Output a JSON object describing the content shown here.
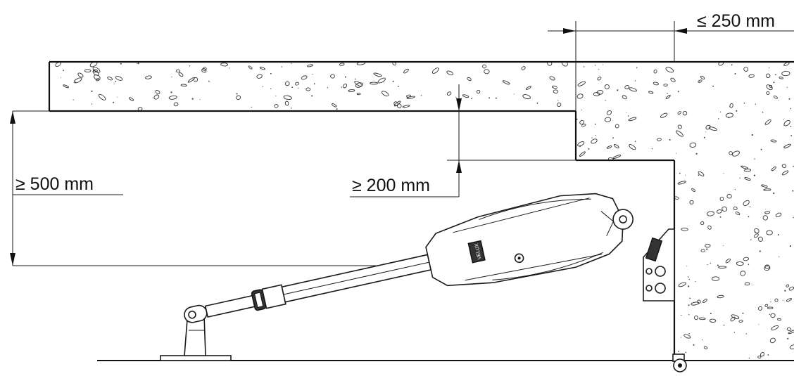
{
  "dimensions": {
    "max_gap_label": "≤ 250 mm",
    "min_clearance_label": "≥ 500 mm",
    "min_lintel_label": "≥ 200 mm"
  },
  "product": {
    "logo_text": "VELUX"
  }
}
